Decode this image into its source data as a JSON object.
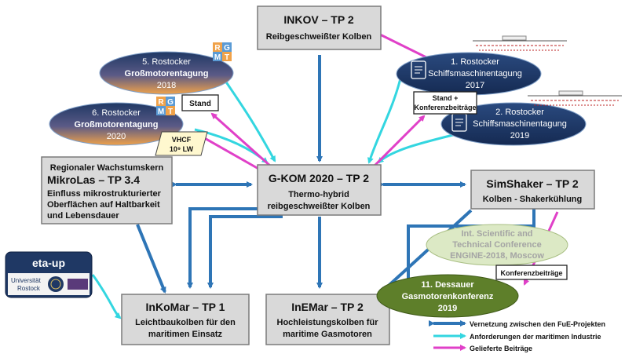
{
  "boxes": {
    "inkov": {
      "title": "INKOV – TP 2",
      "line1": "Reibgeschweißter Kolben"
    },
    "gkom": {
      "title": "G-KOM 2020 – TP 2",
      "line1": "Thermo-hybrid",
      "line2": "reibgeschweißter Kolben"
    },
    "mikrolas": {
      "line0": "Regionaler Wachstumskern",
      "title": "MikroLas – TP 3.4",
      "line1": "Einfluss mikrostrukturierter",
      "line2": "Oberflächen auf Haltbarkeit",
      "line3": "und Lebensdauer"
    },
    "simshaker": {
      "title": "SimShaker – TP 2",
      "line1": "Kolben - Shakerkühlung"
    },
    "inkomar": {
      "title": "InKoMar – TP 1",
      "line1": "Leichtbaukolben für den",
      "line2": "maritimen Einsatz"
    },
    "inemar": {
      "title": "InEMar – TP 2",
      "line1": "Hochleistungskolben für",
      "line2": "maritime Gasmotoren"
    }
  },
  "ellipses": {
    "grossmotor5": {
      "line1": "5. Rostocker",
      "line2": "Großmotorentagung",
      "line3": "2018"
    },
    "grossmotor6": {
      "line1": "6. Rostocker",
      "line2": "Großmotorentagung",
      "line3": "2020"
    },
    "schiff1": {
      "line1": "1. Rostocker",
      "line2": "Schiffsmaschinentagung",
      "line3": "2017"
    },
    "schiff2": {
      "line1": "2. Rostocker",
      "line2": "Schiffsmaschinentagung",
      "line3": "2019"
    },
    "engine": {
      "line1": "Int. Scientific and",
      "line2": "Technical Conference",
      "line3": "ENGINE-2018, Moscow"
    },
    "dessauer": {
      "line1": "11. Dessauer",
      "line2": "Gasmotorenkonferenz",
      "line3": "2019"
    }
  },
  "callouts": {
    "stand": "Stand",
    "stand_konf_1": "Stand +",
    "stand_konf_2": "Konferenzbeiträge",
    "vhcf_1": "VHCF",
    "vhcf_2": "10⁹ LW",
    "konferenz": "Konferenzbeiträge"
  },
  "rgmt": {
    "r": "R",
    "g": "G",
    "m": "M",
    "t": "T"
  },
  "etaup": {
    "title": "eta-up",
    "uni1": "Universität",
    "uni2": "Rostock"
  },
  "legend": [
    {
      "text": "Vernetzung zwischen den FuE-Projekten",
      "color": "#2e75b6"
    },
    {
      "text": "Anforderungen der maritimen Industrie",
      "color": "#33d6e0"
    },
    {
      "text": "Gelieferte Beiträge",
      "color": "#e040c8"
    }
  ],
  "colors": {
    "box_fill": "#d9d9d9",
    "box_stroke": "#7a7a7a",
    "network_blue": "#2e75b6",
    "industry_cyan": "#33d6e0",
    "contribution_magenta": "#e040c8",
    "navy": "#1f3864",
    "orange": "#f0a24a",
    "olive": "#5e7f2a",
    "pale_green": "#dce9c5"
  }
}
